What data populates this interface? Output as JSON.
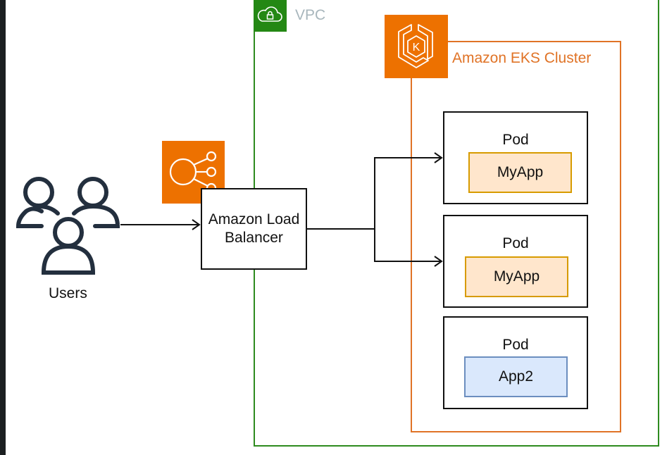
{
  "diagram": {
    "left_border": "dark-editor-edge",
    "vpc": {
      "label": "VPC",
      "icon": "cloud-lock-icon",
      "color": "#2e8b1f",
      "label_color": "#a8b6bc"
    },
    "eks_cluster": {
      "label": "Amazon EKS Cluster",
      "icon": "eks-kubernetes-icon",
      "color": "#e07326",
      "icon_bg": "#ed7100"
    },
    "load_balancer": {
      "label_line1": "Amazon Load",
      "label_line2": "Balancer",
      "icon": "elastic-load-balancing-icon",
      "icon_bg": "#ed7100"
    },
    "users": {
      "label": "Users",
      "icon": "users-group-icon",
      "color": "#232f3e"
    },
    "pods": [
      {
        "label": "Pod",
        "app": "MyApp",
        "app_style": "orange"
      },
      {
        "label": "Pod",
        "app": "MyApp",
        "app_style": "orange"
      },
      {
        "label": "Pod",
        "app": "App2",
        "app_style": "blue"
      }
    ],
    "colors": {
      "app_orange_fill": "#ffe6cc",
      "app_orange_border": "#d79b00",
      "app_blue_fill": "#dae8fc",
      "app_blue_border": "#6c8ebf"
    },
    "connections": [
      {
        "from": "users",
        "to": "load_balancer"
      },
      {
        "from": "load_balancer",
        "to": "pod-1"
      },
      {
        "from": "load_balancer",
        "to": "pod-2"
      }
    ]
  }
}
